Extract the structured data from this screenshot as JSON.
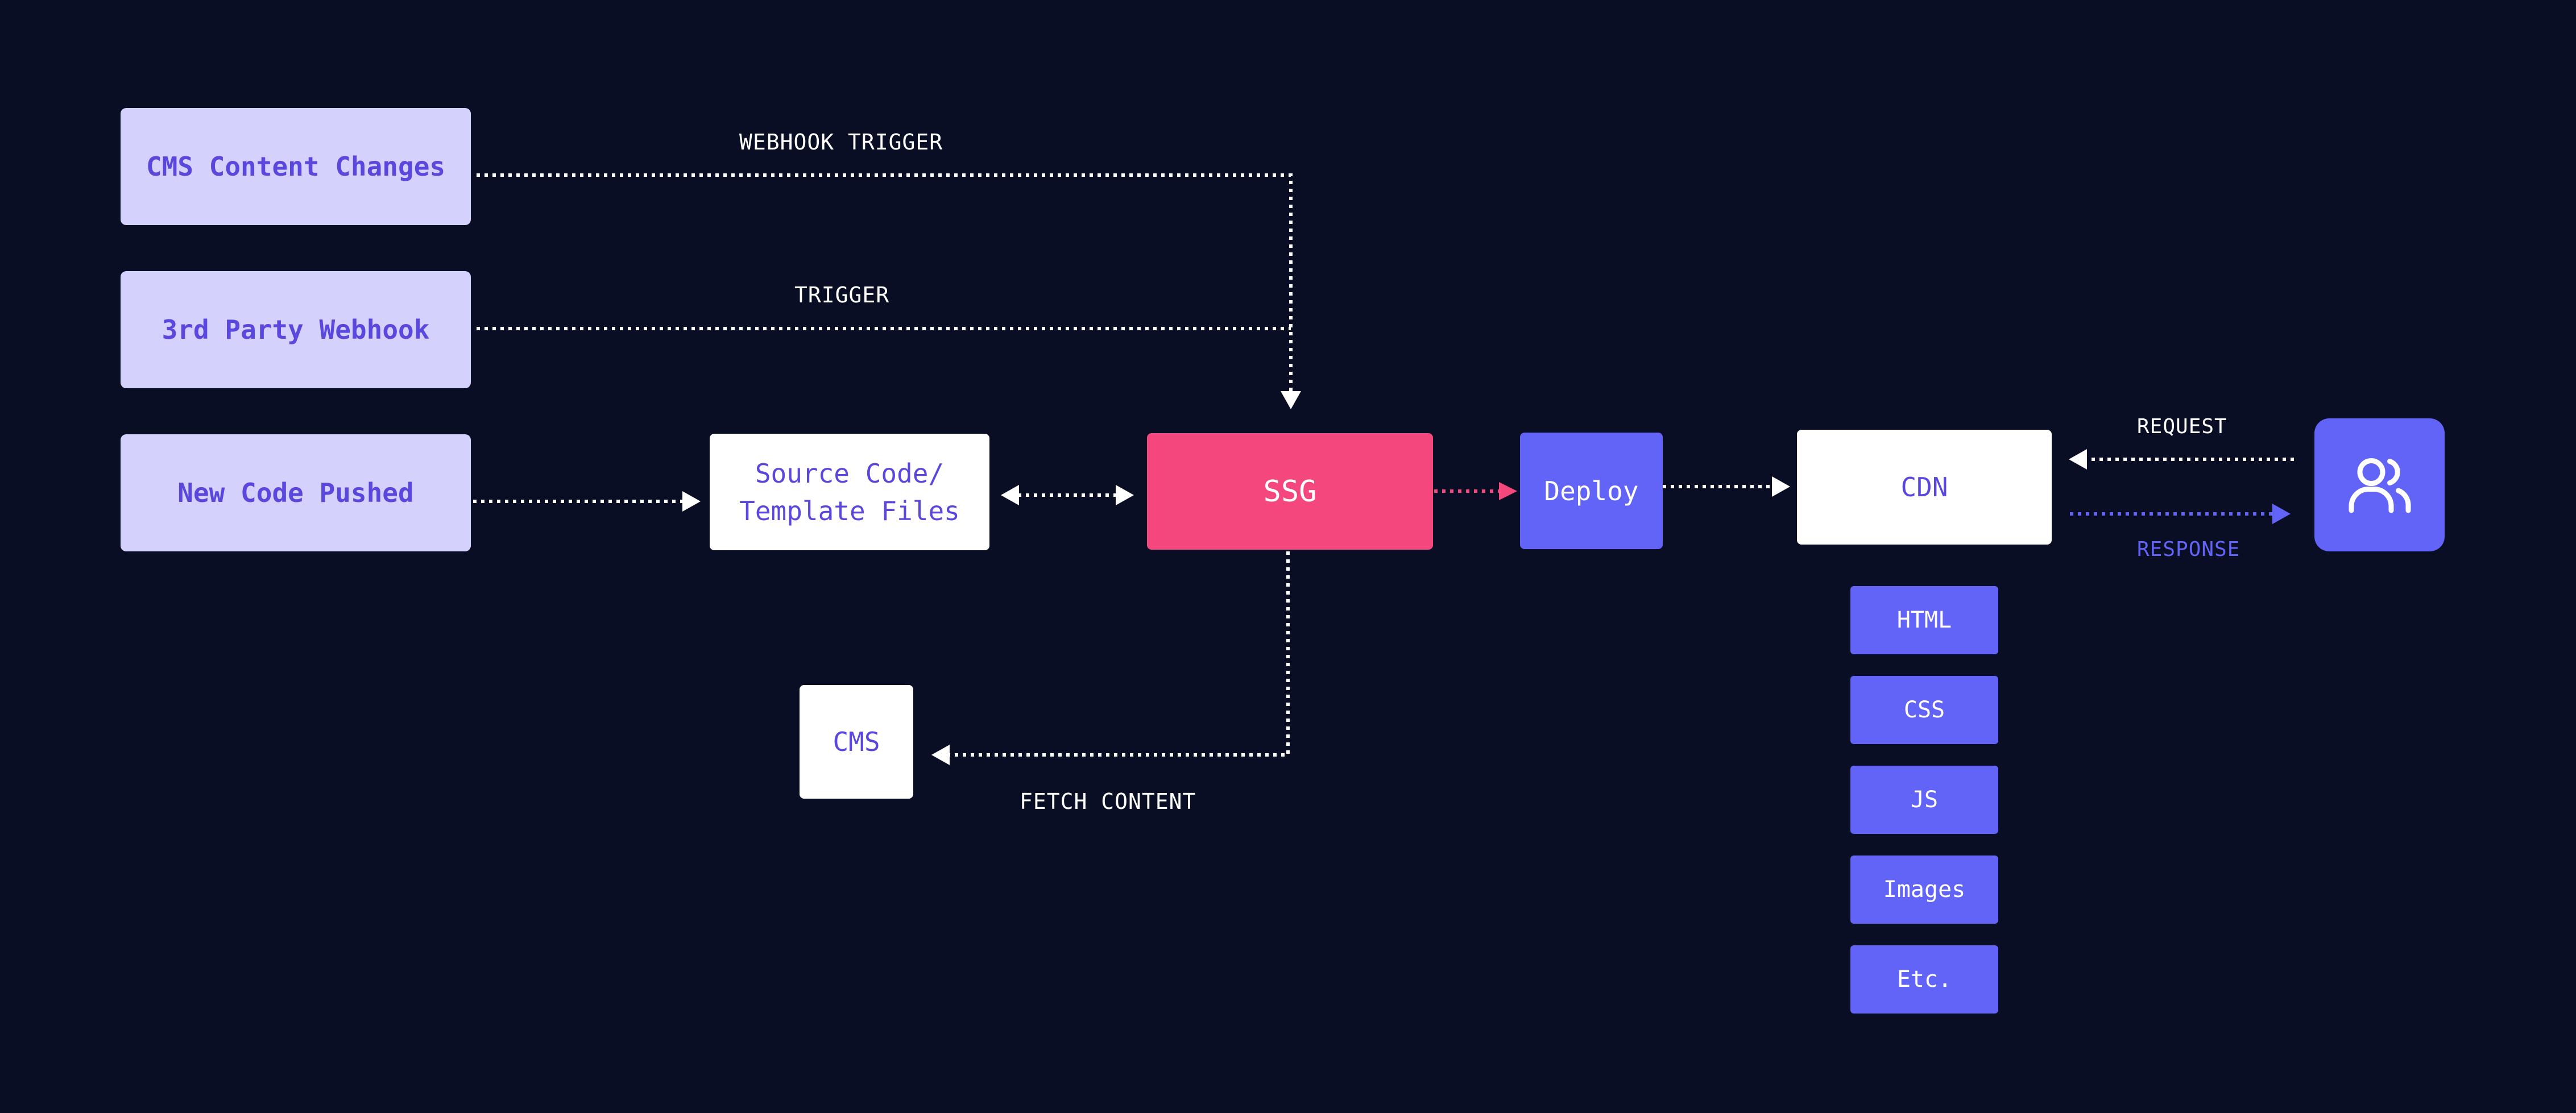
{
  "nodes": {
    "cms_content_changes": "CMS Content Changes",
    "third_party_webhook": "3rd Party Webhook",
    "new_code_pushed": "New Code Pushed",
    "source_code_line1": "Source Code/",
    "source_code_line2": "Template Files",
    "ssg": "SSG",
    "deploy": "Deploy",
    "cdn": "CDN",
    "cms": "CMS"
  },
  "assets": [
    "HTML",
    "CSS",
    "JS",
    "Images",
    "Etc."
  ],
  "edge_labels": {
    "webhook_trigger": "WEBHOOK TRIGGER",
    "trigger": "TRIGGER",
    "fetch_content": "FETCH CONTENT",
    "request": "REQUEST",
    "response": "RESPONSE"
  },
  "icons": {
    "users": "users-icon"
  },
  "colors": {
    "background": "#0a0e24",
    "trigger_fill": "#d4d1fd",
    "trigger_text": "#5a48de",
    "ssg": "#f3477e",
    "accent": "#6263f7",
    "white": "#ffffff"
  }
}
